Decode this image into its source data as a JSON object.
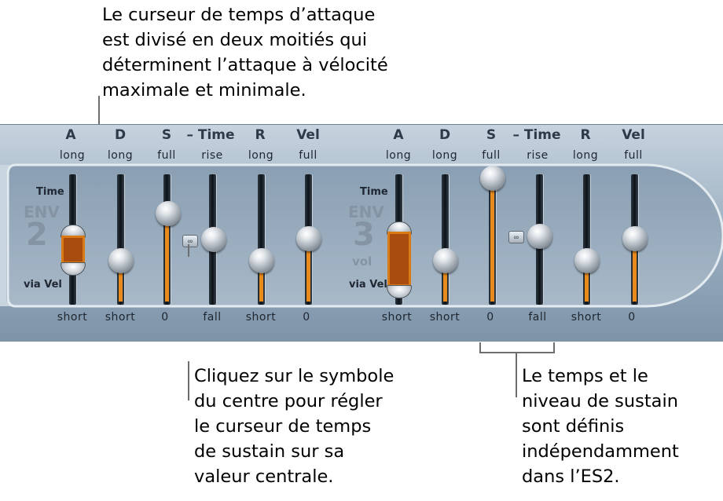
{
  "callouts": {
    "top": [
      "Le curseur de temps d’attaque",
      "est divisé en deux moitiés qui",
      "déterminent l’attaque à vélocité",
      "maximale et minimale."
    ],
    "center": [
      "Cliquez sur le symbole",
      "du centre pour régler",
      "le curseur de temps",
      "de sustain sur sa",
      "valeur centrale."
    ],
    "right": [
      "Le temps et le",
      "niveau de sustain",
      "sont définis",
      "indépendamment",
      "dans l’ES2."
    ]
  },
  "panel": {
    "env2": {
      "headers": [
        "A",
        "D",
        "S",
        "– Time",
        "R",
        "Vel"
      ],
      "top_labels": [
        "long",
        "long",
        "full",
        "rise",
        "long",
        "full"
      ],
      "bottom_labels": [
        "short",
        "short",
        "0",
        "fall",
        "short",
        "0"
      ],
      "time_label": "Time",
      "via_vel_label": "via Vel",
      "env_text": "ENV",
      "env_number": "2"
    },
    "env3": {
      "headers": [
        "A",
        "D",
        "S",
        "– Time",
        "R",
        "Vel"
      ],
      "top_labels": [
        "long",
        "long",
        "full",
        "rise",
        "long",
        "full"
      ],
      "bottom_labels": [
        "short",
        "short",
        "0",
        "fall",
        "short",
        "0"
      ],
      "time_label": "Time",
      "via_vel_label": "via Vel",
      "env_text": "ENV",
      "env_number": "3",
      "vol_text": "vol"
    },
    "center_symbol": "∞"
  },
  "colors": {
    "accent_orange": "#e98a1c",
    "panel_blue": "#8fa3b7"
  }
}
